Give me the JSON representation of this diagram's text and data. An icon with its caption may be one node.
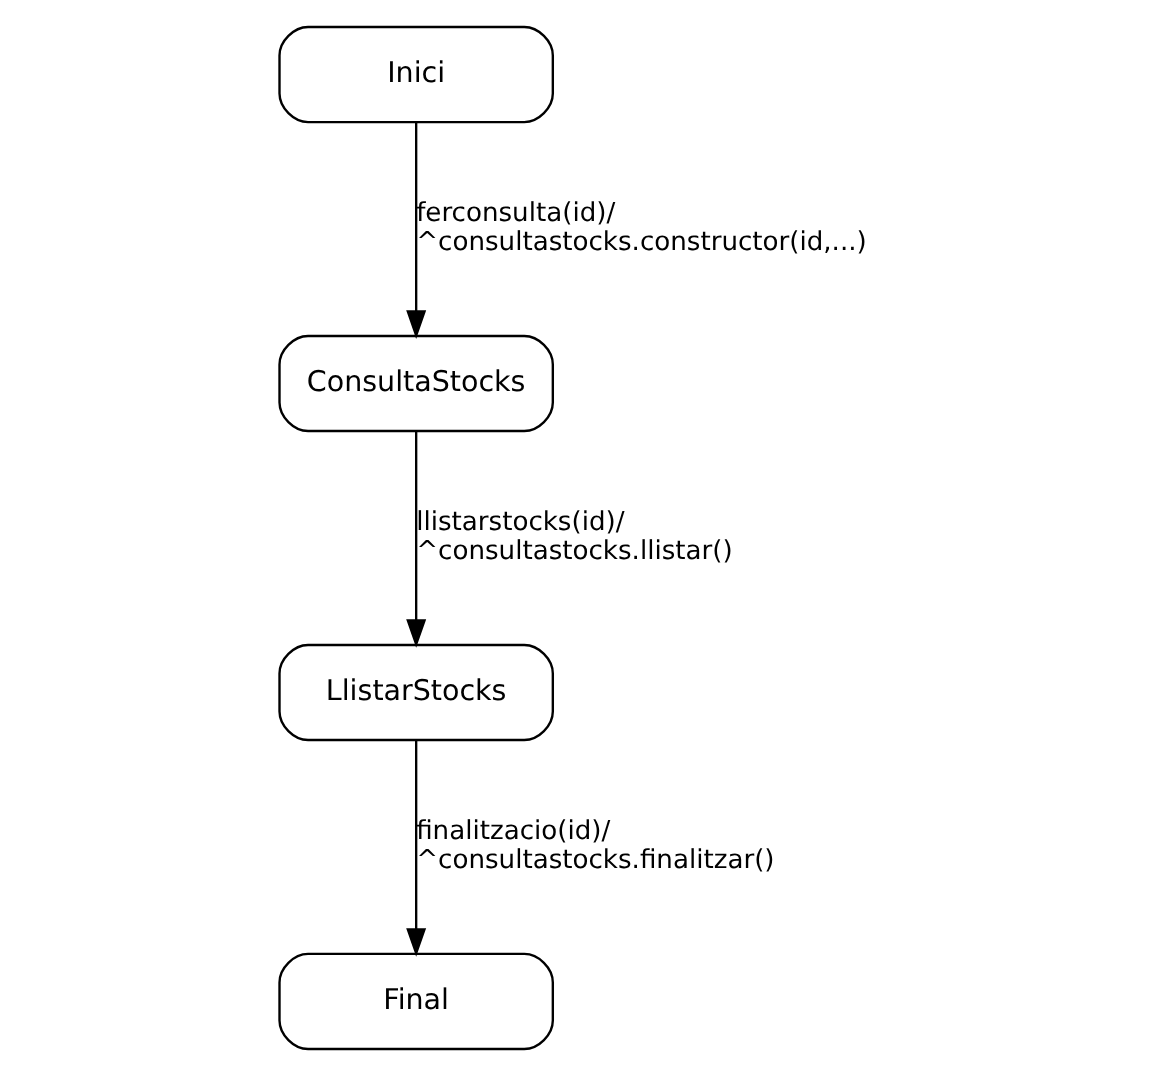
{
  "diagram": {
    "nodes": [
      {
        "text": [
          "Inici"
        ]
      },
      {
        "text": [
          "ConsultaStocks"
        ]
      },
      {
        "text": [
          "LlistarStocks"
        ]
      },
      {
        "text": [
          "Final"
        ]
      }
    ],
    "edges": [
      {
        "from": 0,
        "to": 1,
        "arrow": "to",
        "label": "ferconsulta(id)/ ^consultastocks.constructor(id,...)"
      },
      {
        "from": 1,
        "to": 2,
        "arrow": "to",
        "label": "llistarstocks(id)/ ^consultastocks.llistar()"
      },
      {
        "from": 2,
        "to": 3,
        "arrow": "to",
        "label": "finalitzacio(id)/ ^consultastocks.finalitzar()"
      }
    ]
  }
}
